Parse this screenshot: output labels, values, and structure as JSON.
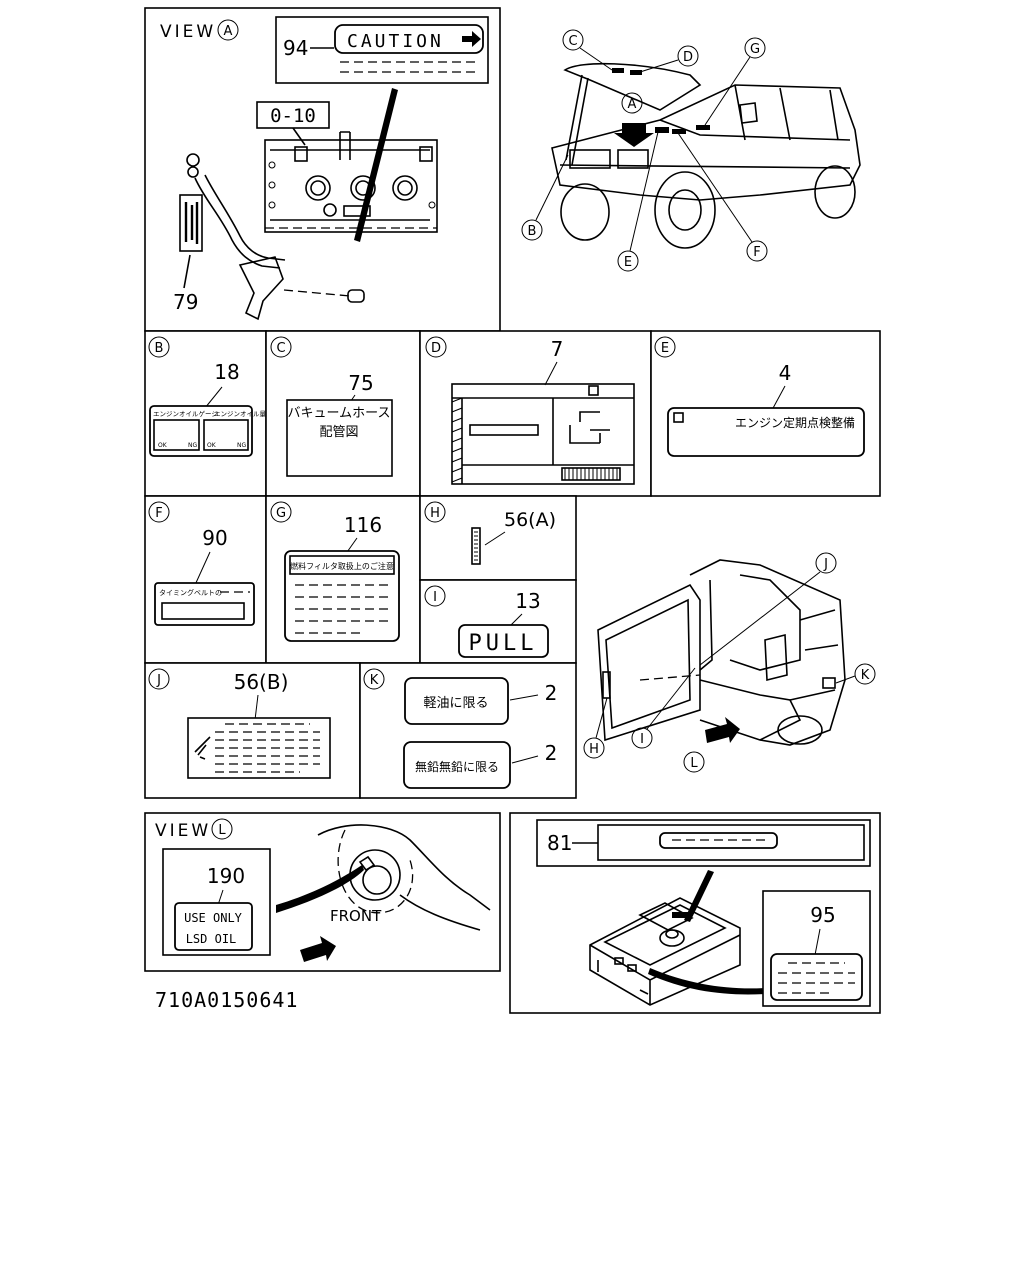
{
  "view_a": {
    "title": "VIEW",
    "letter": "A",
    "caution_part": "94",
    "caution_text": "CAUTION",
    "engine_part": "0-10",
    "dipstick_part": "79"
  },
  "car_callouts": [
    "C",
    "D",
    "G",
    "A",
    "B",
    "E",
    "F"
  ],
  "panel_b": {
    "letter": "B",
    "part": "18",
    "label_left": "エンジンオイルゲージ",
    "label_right": "エンジンオイル量",
    "ok_left": "OK",
    "ng_left": "NG",
    "ok_right": "OK",
    "ng_right": "NG"
  },
  "panel_c": {
    "letter": "C",
    "part": "75",
    "line1": "バキュームホース",
    "line2": "配管図"
  },
  "panel_d": {
    "letter": "D",
    "part": "7"
  },
  "panel_e": {
    "letter": "E",
    "part": "4",
    "text": "エンジン定期点検整備"
  },
  "panel_f": {
    "letter": "F",
    "part": "90",
    "text": "タイミングベルトの"
  },
  "panel_g": {
    "letter": "G",
    "part": "116",
    "text": "燃料フィルタ取扱上のご注意"
  },
  "panel_h": {
    "letter": "H",
    "part": "56(A)"
  },
  "panel_i": {
    "letter": "I",
    "part": "13",
    "text": "PULL"
  },
  "panel_j": {
    "letter": "J",
    "part": "56(B)"
  },
  "panel_k": {
    "letter": "K",
    "part1": "2",
    "text1": "軽油に限る",
    "part2": "2",
    "text2": "無鉛無鉛に限る"
  },
  "rear_callouts": [
    "J",
    "K",
    "H",
    "I",
    "L"
  ],
  "view_l": {
    "title": "VIEW",
    "letter": "L",
    "part": "190",
    "line1": "USE ONLY",
    "line2": "LSD OIL",
    "front_label": "FRONT"
  },
  "spare": {
    "part81": "81",
    "part95": "95"
  },
  "drawing_number": "710A0150641"
}
